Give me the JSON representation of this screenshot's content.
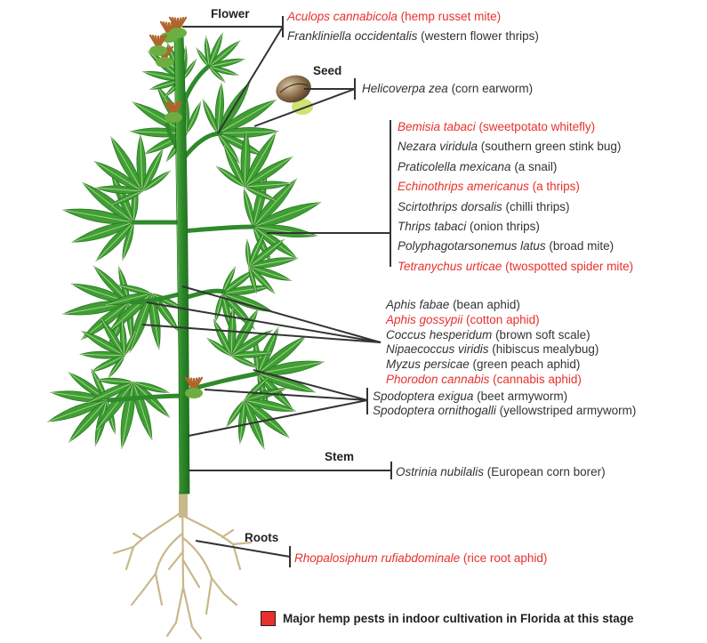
{
  "parts": {
    "flower": "Flower",
    "seed": "Seed",
    "stem": "Stem",
    "roots": "Roots"
  },
  "flower_pests": [
    {
      "sci": "Aculops cannabicola",
      "common": " (hemp russet mite)",
      "major": true
    },
    {
      "sci": "Frankliniella occidentalis",
      "common": " (western flower thrips)",
      "major": false
    }
  ],
  "seed_pests": [
    {
      "sci": "Helicoverpa zea",
      "common": " (corn earworm)",
      "major": false
    }
  ],
  "leaf_pests": [
    {
      "sci": "Bemisia tabaci",
      "common": " (sweetpotato whitefly)",
      "major": true
    },
    {
      "sci": "Nezara viridula",
      "common": " (southern green stink bug)",
      "major": false
    },
    {
      "sci": "Praticolella mexicana",
      "common": " (a snail)",
      "major": false
    },
    {
      "sci": "Echinothrips americanus",
      "common": " (a thrips)",
      "major": true
    },
    {
      "sci": "Scirtothrips dorsalis",
      "common": " (chilli thrips)",
      "major": false
    },
    {
      "sci": "Thrips tabaci",
      "common": " (onion thrips)",
      "major": false
    },
    {
      "sci": "Polyphagotarsonemus latus",
      "common": " (broad mite)",
      "major": false
    },
    {
      "sci": "Tetranychus urticae",
      "common": " (twospotted spider mite)",
      "major": true
    }
  ],
  "aphid_pests": [
    {
      "sci": "Aphis fabae",
      "common": " (bean aphid)",
      "major": false
    },
    {
      "sci": "Aphis gossypii",
      "common": " (cotton aphid)",
      "major": true
    },
    {
      "sci": "Coccus hesperidum",
      "common": " (brown soft scale)",
      "major": false
    },
    {
      "sci": "Nipaecoccus viridis",
      "common": " (hibiscus mealybug)",
      "major": false
    },
    {
      "sci": "Myzus persicae",
      "common": " (green peach aphid)",
      "major": false
    },
    {
      "sci": "Phorodon cannabis",
      "common": " (cannabis aphid)",
      "major": true
    }
  ],
  "armyworm_pests": [
    {
      "sci": "Spodoptera exigua",
      "common": " (beet armyworm)",
      "major": false
    },
    {
      "sci": "Spodoptera ornithogalli",
      "common": " (yellowstriped armyworm)",
      "major": false
    }
  ],
  "stem_pests": [
    {
      "sci": "Ostrinia nubilalis",
      "common": " (European corn borer)",
      "major": false
    }
  ],
  "root_pests": [
    {
      "sci": "Rhopalosiphum rufiabdominale",
      "common": " (rice root aphid)",
      "major": true
    }
  ],
  "legend": {
    "label": "Major hemp pests in indoor cultivation in Florida at this stage",
    "color": "#e8302c"
  },
  "colors": {
    "leaf": "#3f9e34",
    "leaf_dark": "#2b7a25",
    "stem": "#2f8a2b",
    "root": "#c8b88a",
    "flower": "#b0652c",
    "major_text": "#e8302c"
  }
}
